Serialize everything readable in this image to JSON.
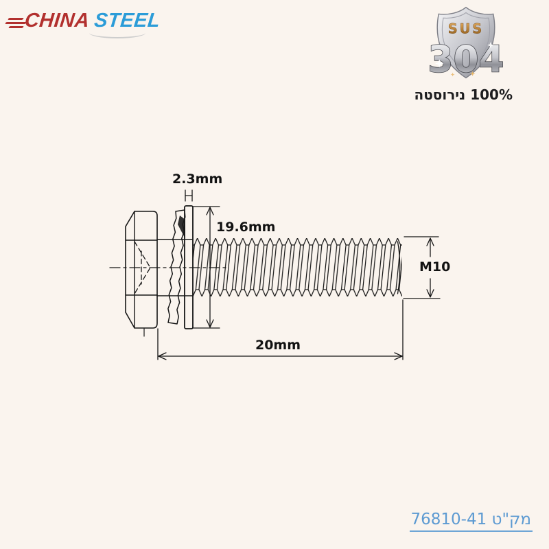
{
  "background": "#FAF4EE",
  "logo": {
    "word1": "CHINA",
    "word2": "STEEL",
    "word1_color": "#B2302E",
    "word2_color": "#2B9CD8"
  },
  "badge": {
    "line1": "SUS",
    "line2": "304",
    "caption": "100% נירוסטה",
    "shield_color": "#C7C8CE",
    "gold_color": "#C88A3A"
  },
  "drawing": {
    "type": "technical-drawing-bolt",
    "part": "hex head screw with spring washer and flat washer",
    "line_color": "#161616",
    "labels": {
      "washer_thickness": "2.3mm",
      "washer_diameter": "19.6mm",
      "thread_size": "M10",
      "length": "20mm"
    }
  },
  "sku": {
    "text": "מק\"ט 76810-41",
    "color": "#5C9AD2"
  }
}
